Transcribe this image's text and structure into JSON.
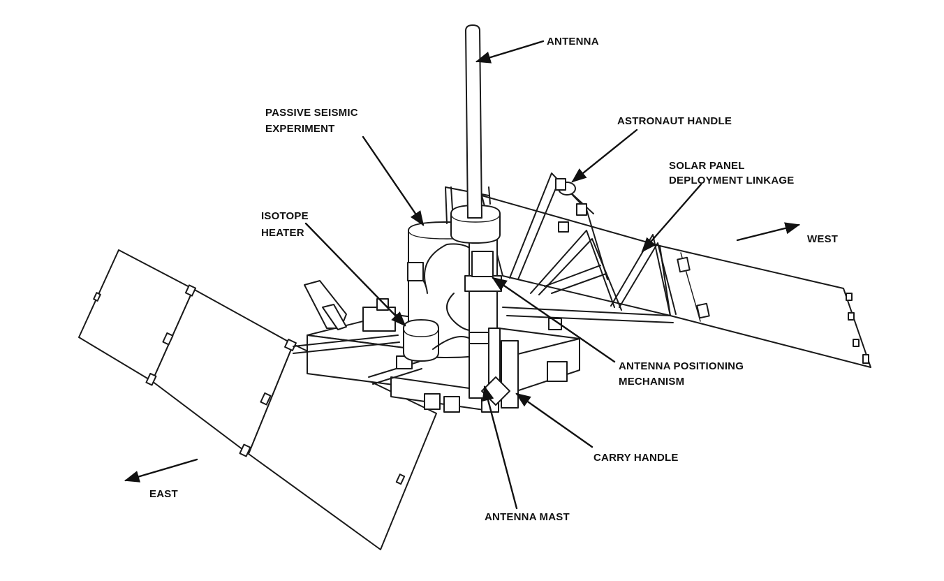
{
  "labels": {
    "antenna": "ANTENNA",
    "passive_seismic_line1": "PASSIVE SEISMIC",
    "passive_seismic_line2": "EXPERIMENT",
    "astronaut_handle": "ASTRONAUT HANDLE",
    "solar_panel_line1": "SOLAR PANEL",
    "solar_panel_line2": "DEPLOYMENT LINKAGE",
    "isotope_line1": "ISOTOPE",
    "isotope_line2": "HEATER",
    "west": "WEST",
    "antenna_positioning_line1": "ANTENNA POSITIONING",
    "antenna_positioning_line2": "MECHANISM",
    "carry_handle": "CARRY HANDLE",
    "east": "EAST",
    "antenna_mast": "ANTENNA MAST"
  },
  "colors": {
    "ink": "#111111",
    "paper": "#ffffff"
  }
}
